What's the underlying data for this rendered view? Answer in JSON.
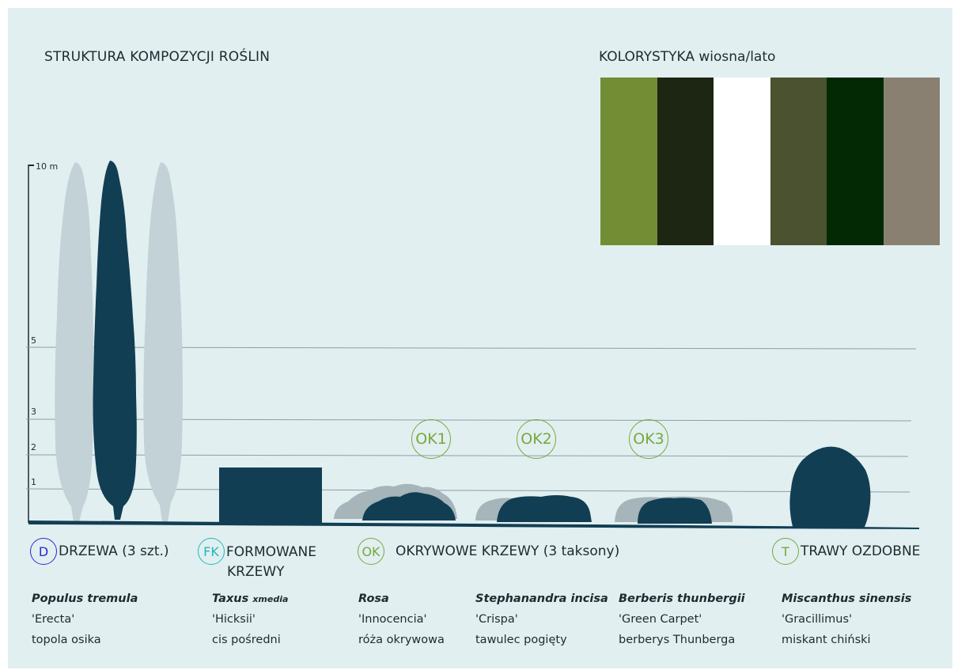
{
  "title": "STRUKTURA KOMPOZYCJI ROŚLIN",
  "color_title": "KOLORYSTYKA wiosna/lato",
  "palette": [
    "#728d33",
    "#1c2613",
    "#ffffff",
    "#4a522f",
    "#032804",
    "#898072"
  ],
  "scale": {
    "top_label": "10 m",
    "levels": [
      "5",
      "3",
      "2",
      "1"
    ]
  },
  "ok_labels": [
    "OK1",
    "OK2",
    "OK3"
  ],
  "categories": [
    {
      "badge": "D",
      "label": "DRZEWA (3 szt.)",
      "color": "#2a2ad0"
    },
    {
      "badge": "FK",
      "label_1": "FORMOWANE",
      "label_2": "KRZEWY",
      "color": "#22b8b8"
    },
    {
      "badge": "OK",
      "label": "OKRYWOWE  KRZEWY (3 taksony)",
      "color": "#78a83c"
    },
    {
      "badge": "T",
      "label": "TRAWY OZDOBNE",
      "color": "#78a83c"
    }
  ],
  "plants": [
    {
      "latin": "Populus tremula",
      "cultivar": "'Erecta'",
      "common": "topola osika"
    },
    {
      "latin": "Taxus",
      "latin_suffix": "xmedia",
      "cultivar": "'Hicksii'",
      "common": "cis pośredni"
    },
    {
      "latin": "Rosa",
      "cultivar": "'Innocencia'",
      "common": "róża okrywowa"
    },
    {
      "latin": "Stephanandra incisa",
      "cultivar": "'Crispa'",
      "common": "tawulec pogięty"
    },
    {
      "latin": "Berberis thunbergii",
      "cultivar": "'Green Carpet'",
      "common": "berberys Thunberga"
    },
    {
      "latin": "Miscanthus sinensis",
      "cultivar": "'Gracillimus'",
      "common": "miskant chiński"
    }
  ]
}
